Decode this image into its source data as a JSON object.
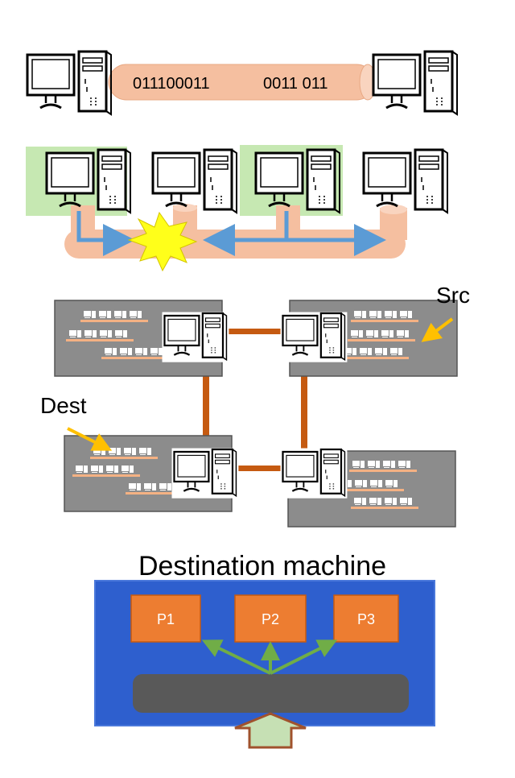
{
  "panel1": {
    "bits_left": "011100011",
    "bits_right": "0011 011"
  },
  "panel3": {
    "src_label": "Src",
    "dest_label": "Dest"
  },
  "panel4": {
    "title": "Destination machine",
    "processes": [
      "P1",
      "P2",
      "P3"
    ]
  },
  "colors": {
    "pipe": "#f5bfa0",
    "pipe_edge": "#d9956d",
    "highlight": "#c6e8b2",
    "arrow_blue": "#5b9bd5",
    "collision": "#ffff1a",
    "link": "#c55a11",
    "net_box": "#8c8c8c",
    "machine_bg": "#2e5fce",
    "process": "#ed7d31",
    "nic": "#595959",
    "green_arrow": "#70ad47",
    "callout_arrow": "#ffc000"
  },
  "icons": [
    "computer-icon",
    "collision-icon",
    "lan-icon",
    "process-icon",
    "nic-icon"
  ]
}
